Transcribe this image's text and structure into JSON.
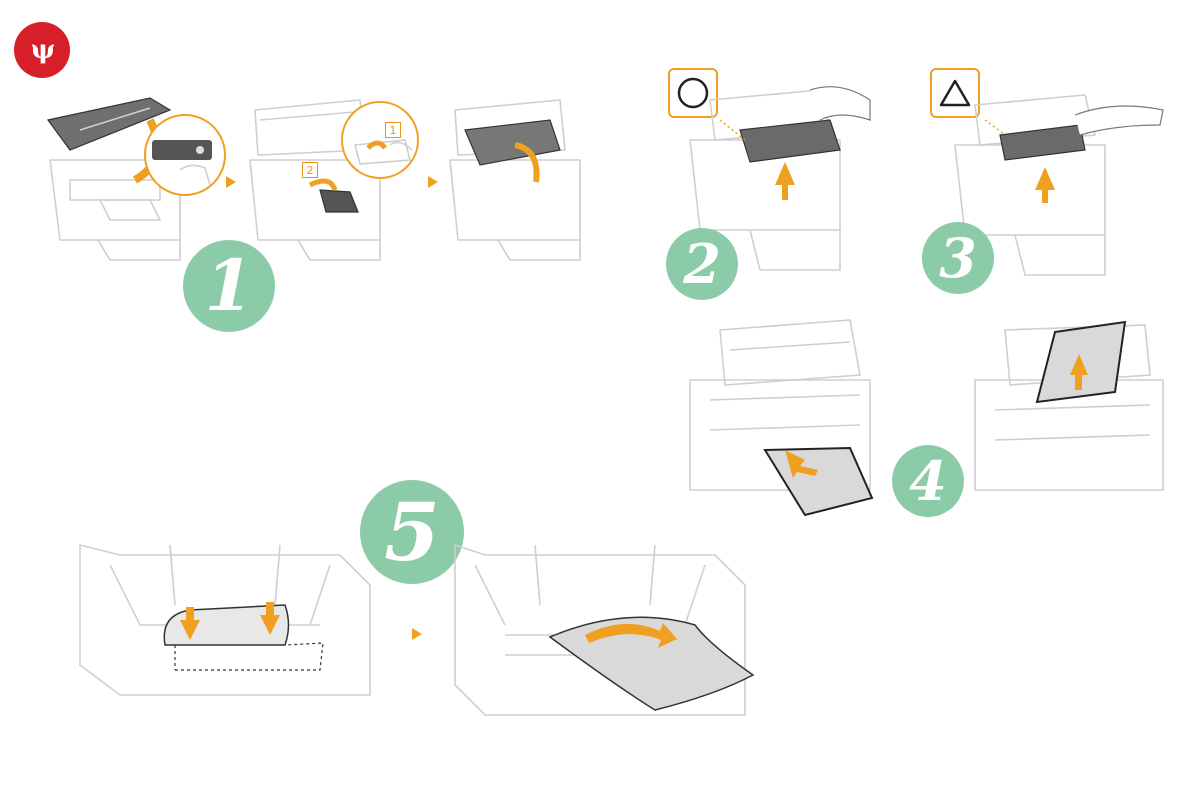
{
  "logo": {
    "text": "ψ"
  },
  "steps": [
    {
      "id": "1",
      "label": "1"
    },
    {
      "id": "2",
      "label": "2"
    },
    {
      "id": "3",
      "label": "3"
    },
    {
      "id": "4",
      "label": "4"
    },
    {
      "id": "5",
      "label": "5"
    }
  ],
  "sub_labels": {
    "first": "1",
    "second": "2"
  },
  "symbols": {
    "ok": "circle",
    "warn": "triangle"
  },
  "colors": {
    "accent": "#f0a020",
    "step_circle": "#8ccba8",
    "logo_bg": "#d71f2a"
  }
}
